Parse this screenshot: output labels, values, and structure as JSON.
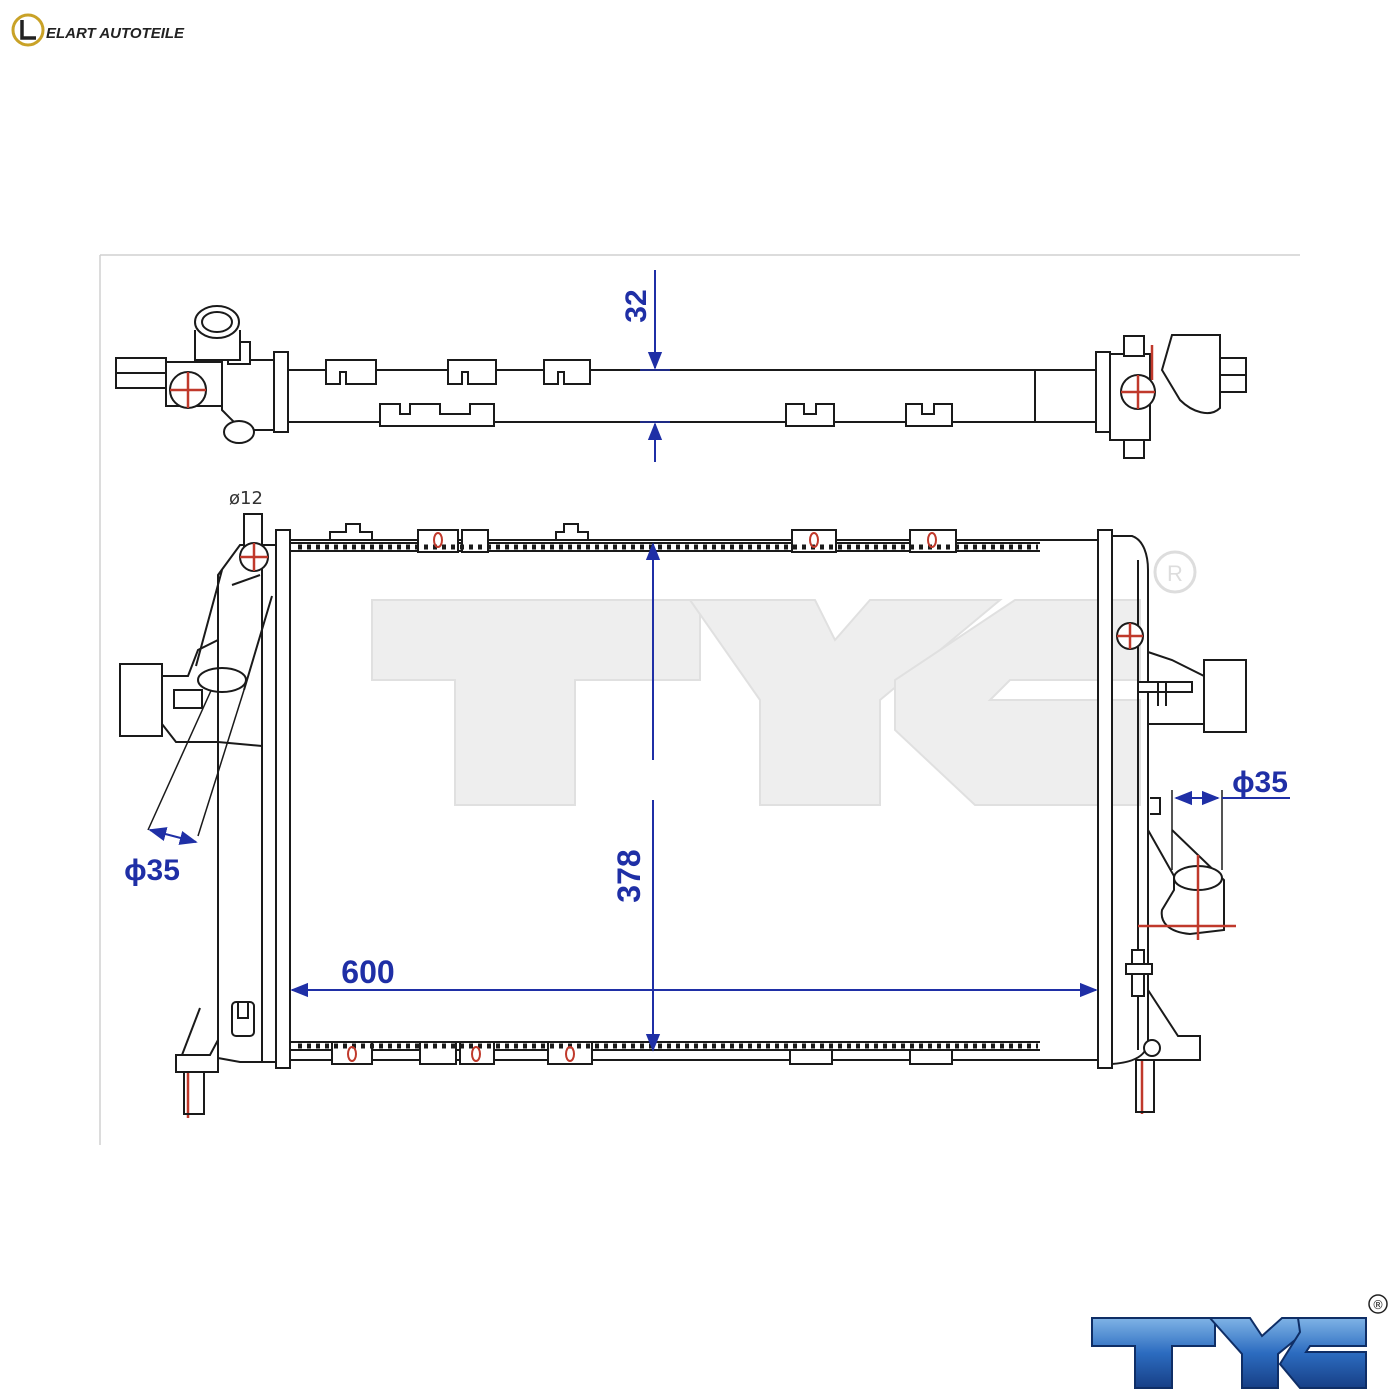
{
  "header": {
    "brand": "ELART AUTOTEILE"
  },
  "dimensions": {
    "core_thickness": "32",
    "core_height": "378",
    "core_width": "600",
    "inlet_diameter": "ϕ35",
    "outlet_diameter": "ϕ35",
    "vent_diameter": "ø12"
  },
  "brand_logo": {
    "text": "TYC",
    "registered": "®"
  },
  "colors": {
    "dimension": "#1f2fa6",
    "line": "#1a1a1a",
    "accent": "#c0392b",
    "logo": "#2c5fa8"
  }
}
